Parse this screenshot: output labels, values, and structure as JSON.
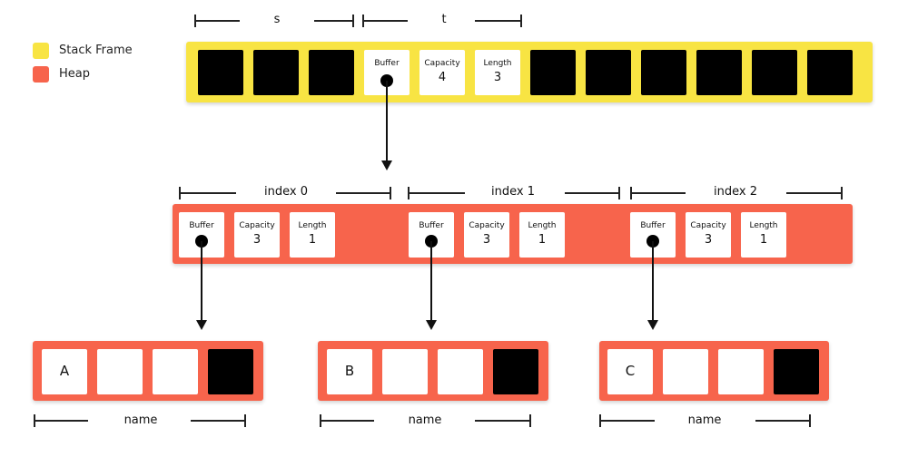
{
  "legend": {
    "stack_label": "Stack Frame",
    "heap_label": "Heap",
    "stack_color": "#f8e443",
    "heap_color": "#f7644c"
  },
  "stack": {
    "s_label": "s",
    "t_label": "t",
    "buffer_label": "Buffer",
    "capacity_label": "Capacity",
    "capacity_value": "4",
    "length_label": "Length",
    "length_value": "3"
  },
  "heap_vec": {
    "elements": [
      {
        "index_label": "index 0",
        "buffer_label": "Buffer",
        "capacity_label": "Capacity",
        "capacity_value": "3",
        "length_label": "Length",
        "length_value": "1"
      },
      {
        "index_label": "index 1",
        "buffer_label": "Buffer",
        "capacity_label": "Capacity",
        "capacity_value": "3",
        "length_label": "Length",
        "length_value": "1"
      },
      {
        "index_label": "index 2",
        "buffer_label": "Buffer",
        "capacity_label": "Capacity",
        "capacity_value": "3",
        "length_label": "Length",
        "length_value": "1"
      }
    ]
  },
  "strings": [
    {
      "char": "A",
      "label": "name"
    },
    {
      "char": "B",
      "label": "name"
    },
    {
      "char": "C",
      "label": "name"
    }
  ]
}
